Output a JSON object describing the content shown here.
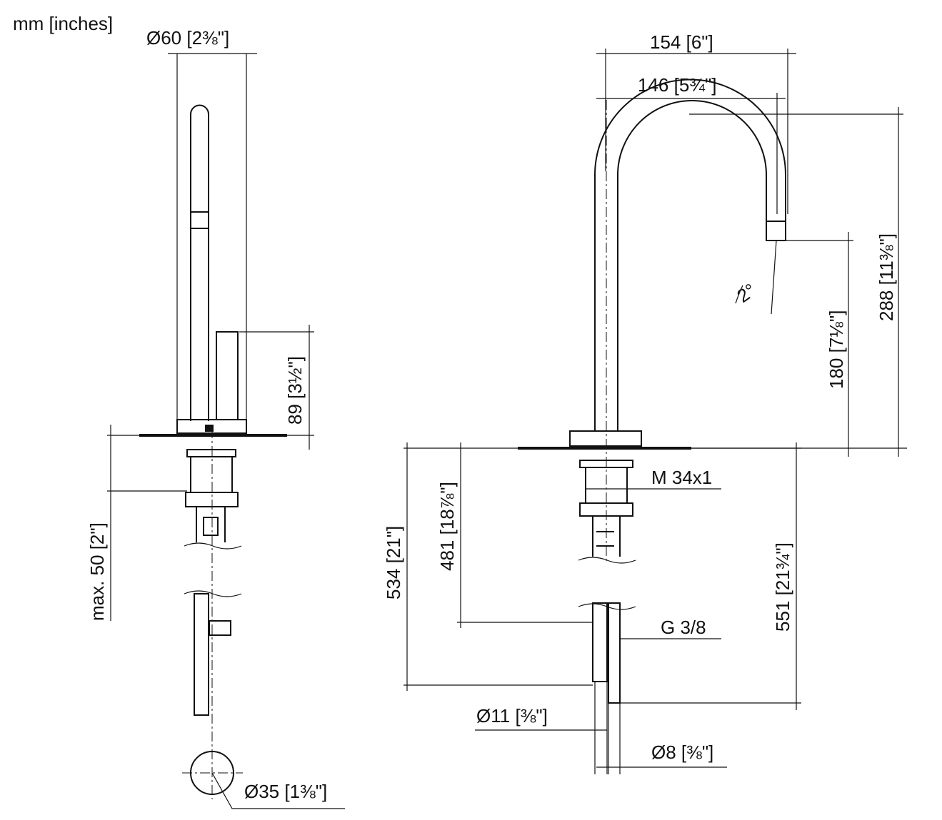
{
  "units_label": "mm [inches]",
  "left_view": {
    "spout_diameter": "Ø60 [2⅜\"]",
    "handle_height": "89 [3½\"]",
    "max_thickness": "max. 50 [2\"]",
    "hole_diameter": "Ø35 [1⅜\"]"
  },
  "right_view": {
    "reach_outer": "154 [6\"]",
    "reach_inner": "146 [5¾\"]",
    "total_height": "288 [11⅜\"]",
    "outlet_height": "180 [7⅛\"]",
    "angle": "2°",
    "thread": "M 34x1",
    "connection": "G 3/8",
    "hose_length_1": "534 [21\"]",
    "hose_length_2": "481 [18⅞\"]",
    "hose_length_3": "551 [21¾\"]",
    "hose_diameter_1": "Ø11 [⅜\"]",
    "hose_diameter_2": "Ø8 [⅜\"]"
  }
}
